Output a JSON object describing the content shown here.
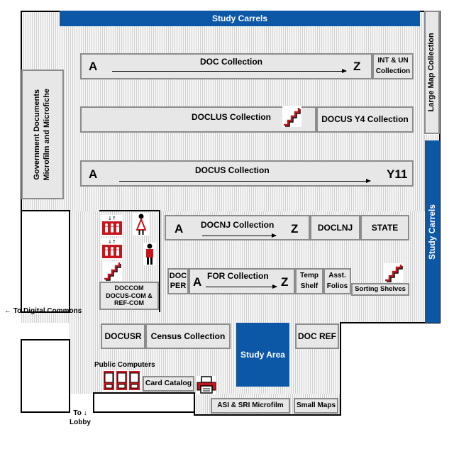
{
  "carrels": {
    "top": "Study Carrels",
    "right": "Study Carrels"
  },
  "large_map": "Large Map Collection",
  "gov_docs": {
    "line1": "Government Documents",
    "line2": "Microfilm and Microfiche"
  },
  "doc": {
    "start": "A",
    "label": "DOC Collection",
    "end": "Z",
    "intun": "INT & UN",
    "intun2": "Collection"
  },
  "doclus": {
    "label": "DOCLUS Collection",
    "y4": "DOCUS Y4 Collection"
  },
  "docus": {
    "start": "A",
    "label": "DOCUS Collection",
    "end": "Y11"
  },
  "docnj": {
    "start": "A",
    "label": "DOCNJ Collection",
    "end": "Z",
    "doclnj": "DOCLNJ",
    "state": "STATE"
  },
  "for": {
    "docper1": "DOC",
    "docper2": "PER",
    "start": "A",
    "label": "FOR Collection",
    "end": "Z",
    "temp1": "Temp",
    "temp2": "Shelf",
    "asst1": "Asst.",
    "asst2": "Folios",
    "sorting": "Sorting Shelves"
  },
  "doccom": {
    "line1": "DOCCOM",
    "line2": "DOCUS-COM &",
    "line3": "REF-COM"
  },
  "digital": "To Digital Commons",
  "docusr": "DOCUSR",
  "census": "Census Collection",
  "study_area": "Study Area",
  "docref": "DOC REF",
  "public_computers": "Public Computers",
  "card_catalog": "Card Catalog",
  "asi": "ASI & SRI Microfilm",
  "small_maps": "Small Maps",
  "lobby": {
    "line1": "To",
    "line2": "Lobby"
  },
  "colors": {
    "blue": "#0d57a7",
    "shelf": "#e7e7e7",
    "icon_red": "#c4161c"
  }
}
